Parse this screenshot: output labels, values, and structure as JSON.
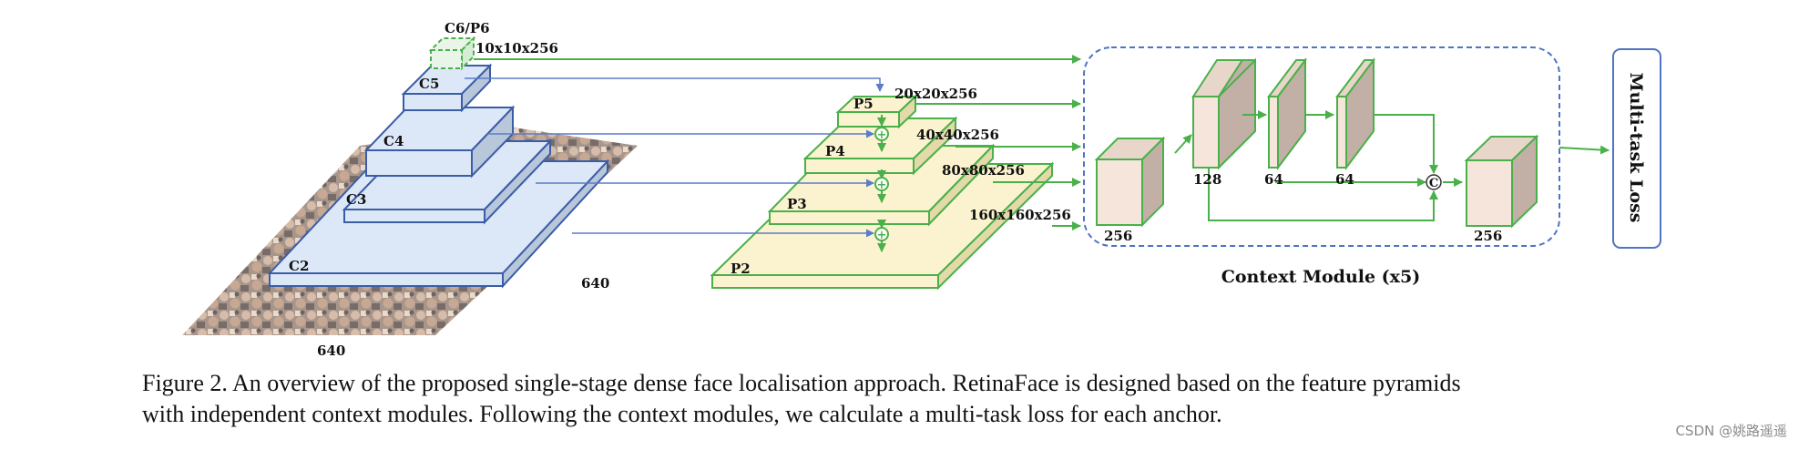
{
  "figure": {
    "backbone_labels": {
      "c6p6": "C6/P6",
      "c5": "C5",
      "c4": "C4",
      "c3": "C3",
      "c2": "C2",
      "dim_c6": "10x10x256",
      "width_640": "640",
      "depth_640": "640"
    },
    "pyramid_labels": {
      "p5": "P5",
      "p4": "P4",
      "p3": "P3",
      "p2": "P2",
      "dim_p5": "20x20x256",
      "dim_p4": "40x40x256",
      "dim_p3": "80x80x256",
      "dim_p2": "160x160x256"
    },
    "context_module": {
      "title": "Context Module (x5)",
      "in_channels": "256",
      "branch1": "128",
      "branch2": "64",
      "branch3": "64",
      "concat_symbol": "C",
      "out_channels": "256"
    },
    "loss_label": "Multi-task Loss",
    "add_symbol": "+"
  },
  "caption": {
    "line1": "Figure 2. An overview of the proposed single-stage dense face localisation approach. RetinaFace is designed based on the feature pyramids",
    "line2": "with independent context modules. Following the context modules, we calculate a multi-task loss for each anchor."
  },
  "watermark": "CSDN @姚路遥遥",
  "colors": {
    "backbone_fill": "#dce8f7",
    "backbone_stroke": "#3b5da8",
    "pyramid_fill": "#fbf3cf",
    "pyramid_stroke": "#4ab04a",
    "context_box_front": "#f5e5da",
    "context_box_side": "#c2b0a7",
    "arrow_green": "#4ab04a",
    "arrow_blue": "#5b7cc9",
    "dashed_border": "#4e74c4"
  }
}
